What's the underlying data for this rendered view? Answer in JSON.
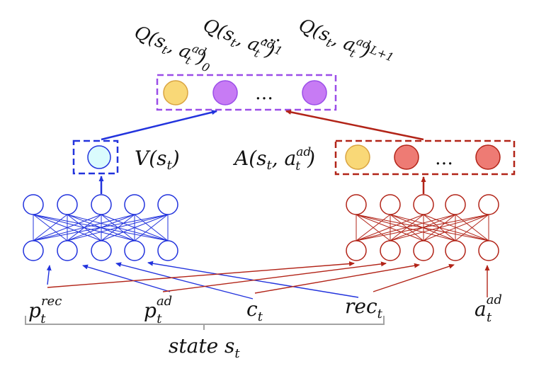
{
  "colors": {
    "blue": "#2233dd",
    "red": "#b22418",
    "purple": "#9b4ee8",
    "gold_fill": "#f9d877",
    "gold_stroke": "#d9a441",
    "purple_fill": "#c77bf4",
    "red_fill": "#ee7b74",
    "cyan_fill": "#dafbfd",
    "gray": "#a3a3a3"
  },
  "labels": {
    "q_labels": [
      {
        "base": "Q(s",
        "sub": "t",
        "mid": ", a",
        "sup": "ad",
        "sub2": "t",
        "close": ")",
        "idx": "0"
      },
      {
        "base": "Q(s",
        "sub": "t",
        "mid": ", a",
        "sup": "ad",
        "sub2": "t",
        "close": ")",
        "idx": "1"
      },
      {
        "base": "Q(s",
        "sub": "t",
        "mid": ", a",
        "sup": "ad",
        "sub2": "t",
        "close": ")",
        "idx": "L+1"
      }
    ],
    "ellipsis": "…",
    "value": {
      "base": "V(s",
      "sub": "t",
      "close": ")"
    },
    "advantage": {
      "base": "A(s",
      "sub": "t",
      "mid": ", a",
      "sup": "ad",
      "sub2": "t",
      "close": ")"
    },
    "inputs": [
      {
        "base": "p",
        "sup": "rec",
        "sub": "t"
      },
      {
        "base": "p",
        "sup": "ad",
        "sub": "t"
      },
      {
        "base": "c",
        "sup": "",
        "sub": "t"
      },
      {
        "base": "rec",
        "sup": "",
        "sub": "t"
      },
      {
        "base": "a",
        "sup": "ad",
        "sub": "t"
      }
    ],
    "state": {
      "base": "state s",
      "sub": "t"
    }
  }
}
